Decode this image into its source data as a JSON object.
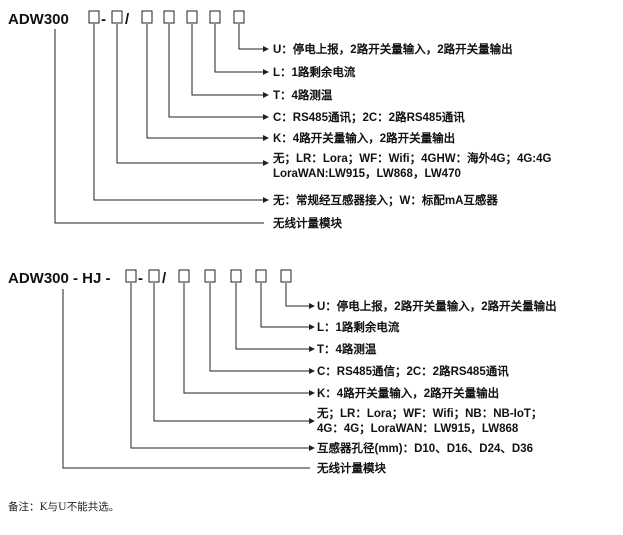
{
  "diagram1": {
    "model": {
      "prefix": "ADW300",
      "sep1": "-",
      "sep2": "/"
    },
    "labels": [
      "U：停电上报，2路开关量输入，2路开关量输出",
      "L：1路剩余电流",
      "T：4路测温",
      "C：RS485通讯；2C：2路RS485通讯",
      "K：4路开关量输入，2路开关量输出",
      "无；LR：Lora；WF：Wifi；4GHW：海外4G；4G:4G",
      "LoraWAN:LW915，LW868，LW470",
      "无：常规经互感器接入；W：标配mA互感器",
      "无线计量模块"
    ]
  },
  "diagram2": {
    "model": {
      "prefix": "ADW300 - HJ -",
      "sep1": "-",
      "sep2": "/"
    },
    "labels": [
      "U：停电上报，2路开关量输入，2路开关量输出",
      "L：1路剩余电流",
      "T：4路测温",
      "C：RS485通信；2C：2路RS485通讯",
      "K：4路开关量输入，2路开关量输出",
      "无；LR：Lora；WF：Wifi；NB：NB-IoT；",
      "4G：4G；LoraWAN：LW915，LW868",
      "互感器孔径(mm)：D10、D16、D24、D36",
      "无线计量模块"
    ]
  },
  "footnote": "备注：K与U不能共选。"
}
